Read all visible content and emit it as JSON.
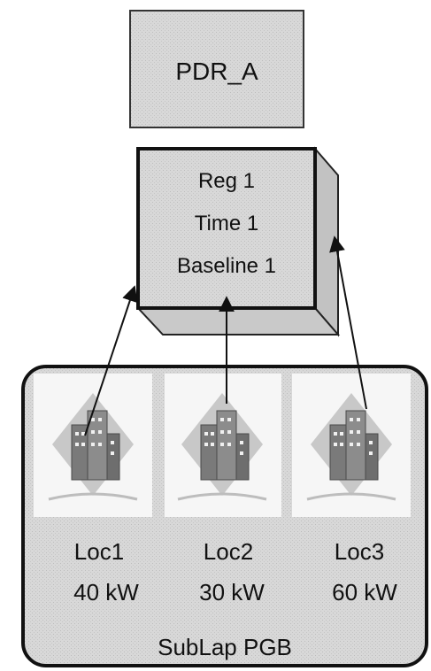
{
  "top_box": {
    "label": "PDR_A"
  },
  "region_box": {
    "lines": [
      "Reg 1",
      "Time 1",
      "Baseline 1"
    ]
  },
  "group": {
    "label": "SubLap PGB",
    "locations": [
      {
        "name": "Loc1",
        "power": "40 kW",
        "icon": "building-icon"
      },
      {
        "name": "Loc2",
        "power": "30 kW",
        "icon": "building-icon"
      },
      {
        "name": "Loc3",
        "power": "60 kW",
        "icon": "building-icon"
      }
    ]
  },
  "colors": {
    "box_fill": "#d6d6d6",
    "box_stroke": "#222222",
    "cube_side": "#c4c4c4",
    "group_fill": "#d9d9d9",
    "icon_tile": "#f7f7f7",
    "arrow": "#111111"
  }
}
